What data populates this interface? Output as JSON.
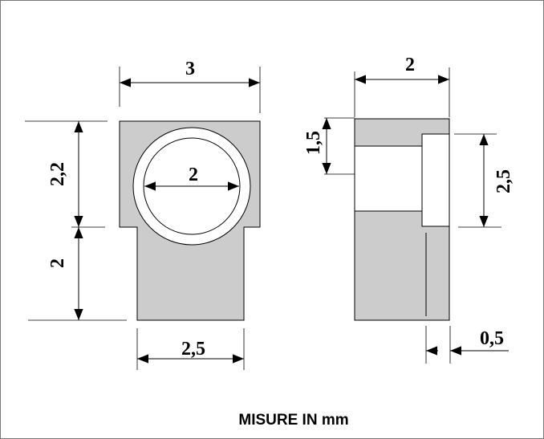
{
  "front_view": {
    "width_top": "3",
    "hole_diameter": "2",
    "height_top": "2,2",
    "height_bottom": "2",
    "width_bottom": "2,5"
  },
  "side_view": {
    "width": "2",
    "hole_offset": "1,5",
    "slot_height": "2,5",
    "slot_depth": "0,5"
  },
  "caption": "MISURE IN mm",
  "colors": {
    "part_fill": "#cccccc",
    "line": "#000000"
  }
}
